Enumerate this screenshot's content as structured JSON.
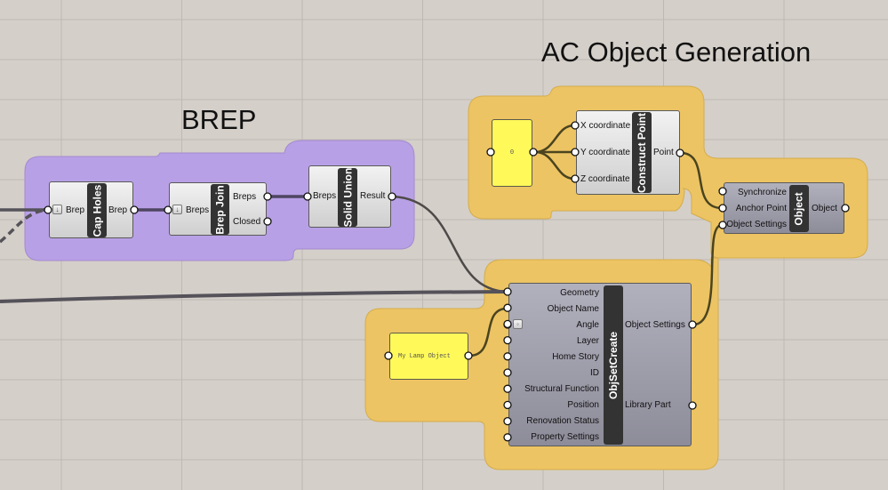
{
  "canvas": {
    "background": "#d4cfc9",
    "grid_color": "#bfb9b2"
  },
  "groups": [
    {
      "id": "brep",
      "title": "BREP",
      "color": "#b8a0e6"
    },
    {
      "id": "ac",
      "title": "AC Object Generation",
      "color": "#edc463"
    }
  ],
  "components": {
    "cap_holes": {
      "nickname": "Cap Holes",
      "inputs": [
        "Brep"
      ],
      "outputs": [
        "Brep"
      ]
    },
    "brep_join": {
      "nickname": "Brep Join",
      "inputs": [
        "Breps"
      ],
      "outputs": [
        "Breps",
        "Closed"
      ]
    },
    "solid_union": {
      "nickname": "Solid Union",
      "inputs": [
        "Breps"
      ],
      "outputs": [
        "Result"
      ]
    },
    "construct_point": {
      "nickname": "Construct Point",
      "inputs": [
        "X coordinate",
        "Y coordinate",
        "Z coordinate"
      ],
      "outputs": [
        "Point"
      ]
    },
    "object": {
      "nickname": "Object",
      "inputs": [
        "Synchronize",
        "Anchor Point",
        "Object Settings"
      ],
      "outputs": [
        "Object"
      ]
    },
    "objset_create": {
      "nickname": "ObjSetCreate",
      "inputs": [
        "Geometry",
        "Object Name",
        "Angle",
        "Layer",
        "Home Story",
        "ID",
        "Structural Function",
        "Position",
        "Renovation Status",
        "Property Settings"
      ],
      "outputs": [
        "Object Settings",
        "Library Part"
      ]
    }
  },
  "panels": {
    "number_panel": {
      "value": "0"
    },
    "name_panel": {
      "value": "My Lamp Object"
    }
  },
  "icons": {
    "flatten": "↓",
    "angle_toggle": "◦"
  }
}
